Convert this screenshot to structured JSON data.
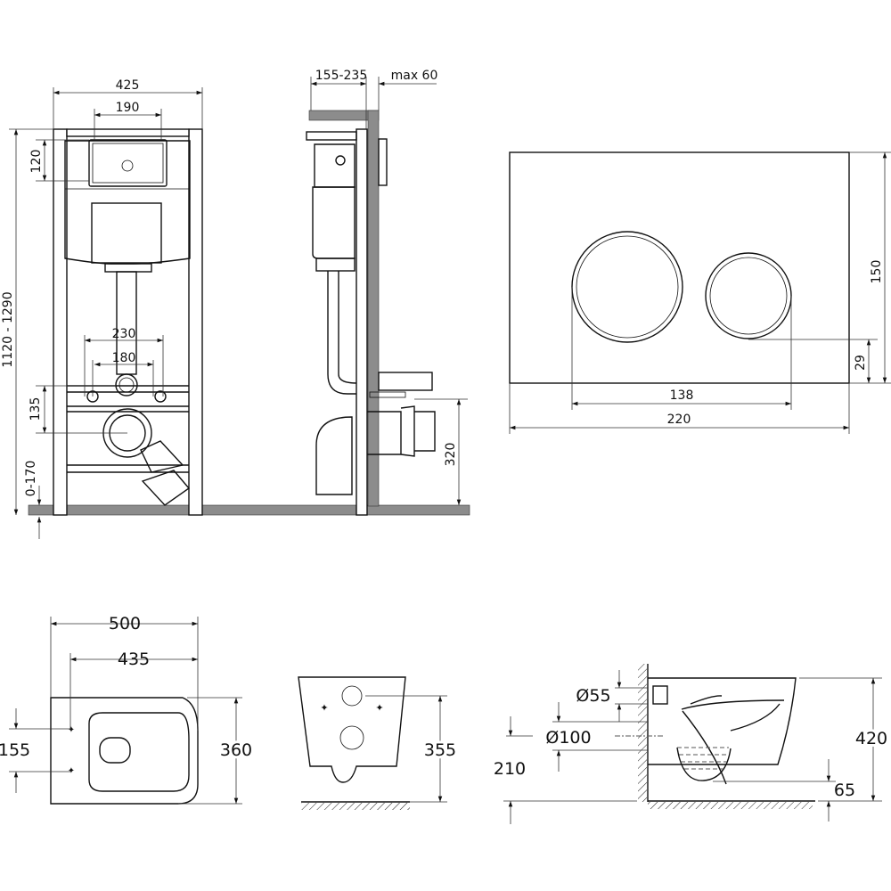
{
  "frame_front": {
    "width": "425",
    "plate_width": "190",
    "plate_height": "120",
    "height_range": "1120 - 1290",
    "bolt_outer": "230",
    "bolt_inner": "180",
    "bolt_to_outlet": "135",
    "leg_range": "0-170"
  },
  "frame_side": {
    "depth_range": "155-235",
    "max_wall": "max 60",
    "outlet_height": "320"
  },
  "flush_plate": {
    "height": "150",
    "button_offset": "29",
    "buttons_span": "138",
    "width": "220"
  },
  "toilet_top": {
    "length": "500",
    "inner_length": "435",
    "width": "360",
    "bolt_spacing": "155"
  },
  "toilet_front": {
    "height": "355"
  },
  "toilet_side": {
    "inlet_diameter": "Ø55",
    "outlet_diameter": "Ø100",
    "outlet_height": "210",
    "total_height": "420",
    "bottom_clearance": "65"
  }
}
